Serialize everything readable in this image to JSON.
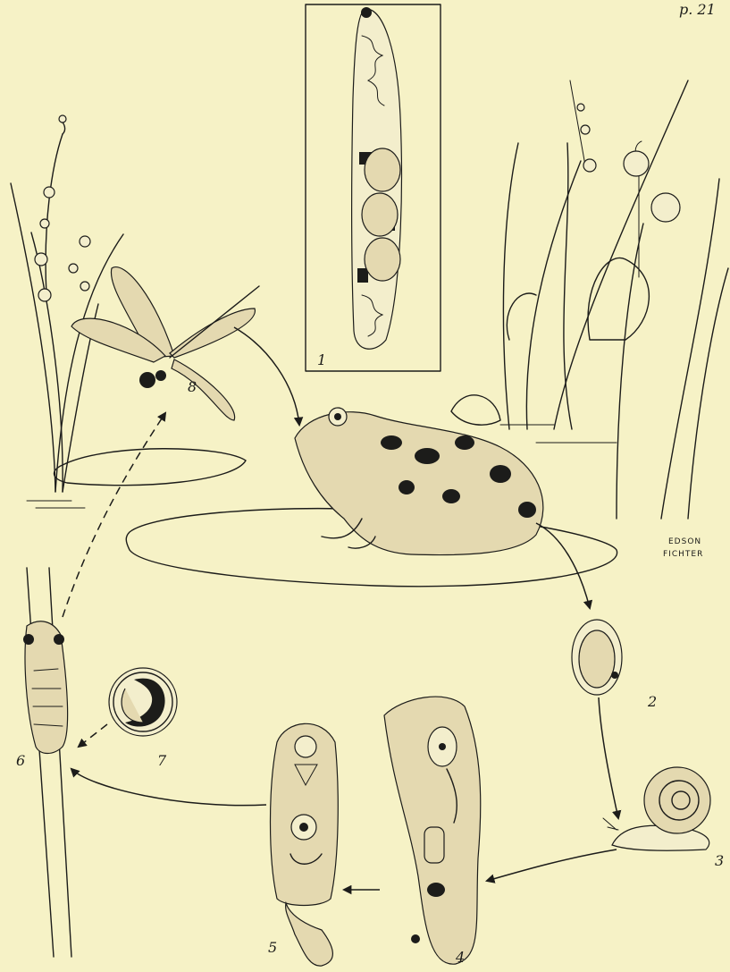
{
  "page_number_fragment": "p. 21",
  "signature": {
    "line1": "EDSON",
    "line2": "FICHTER"
  },
  "stages": [
    {
      "id": "1",
      "label": "1"
    },
    {
      "id": "2",
      "label": "2"
    },
    {
      "id": "3",
      "label": "3"
    },
    {
      "id": "4",
      "label": "4"
    },
    {
      "id": "5",
      "label": "5"
    },
    {
      "id": "6",
      "label": "6"
    },
    {
      "id": "7",
      "label": "7"
    },
    {
      "id": "8",
      "label": "8"
    }
  ],
  "colors": {
    "paper": "#f6f2c6",
    "ink": "#1c1c1a",
    "stipple": "#e4d9b0"
  }
}
